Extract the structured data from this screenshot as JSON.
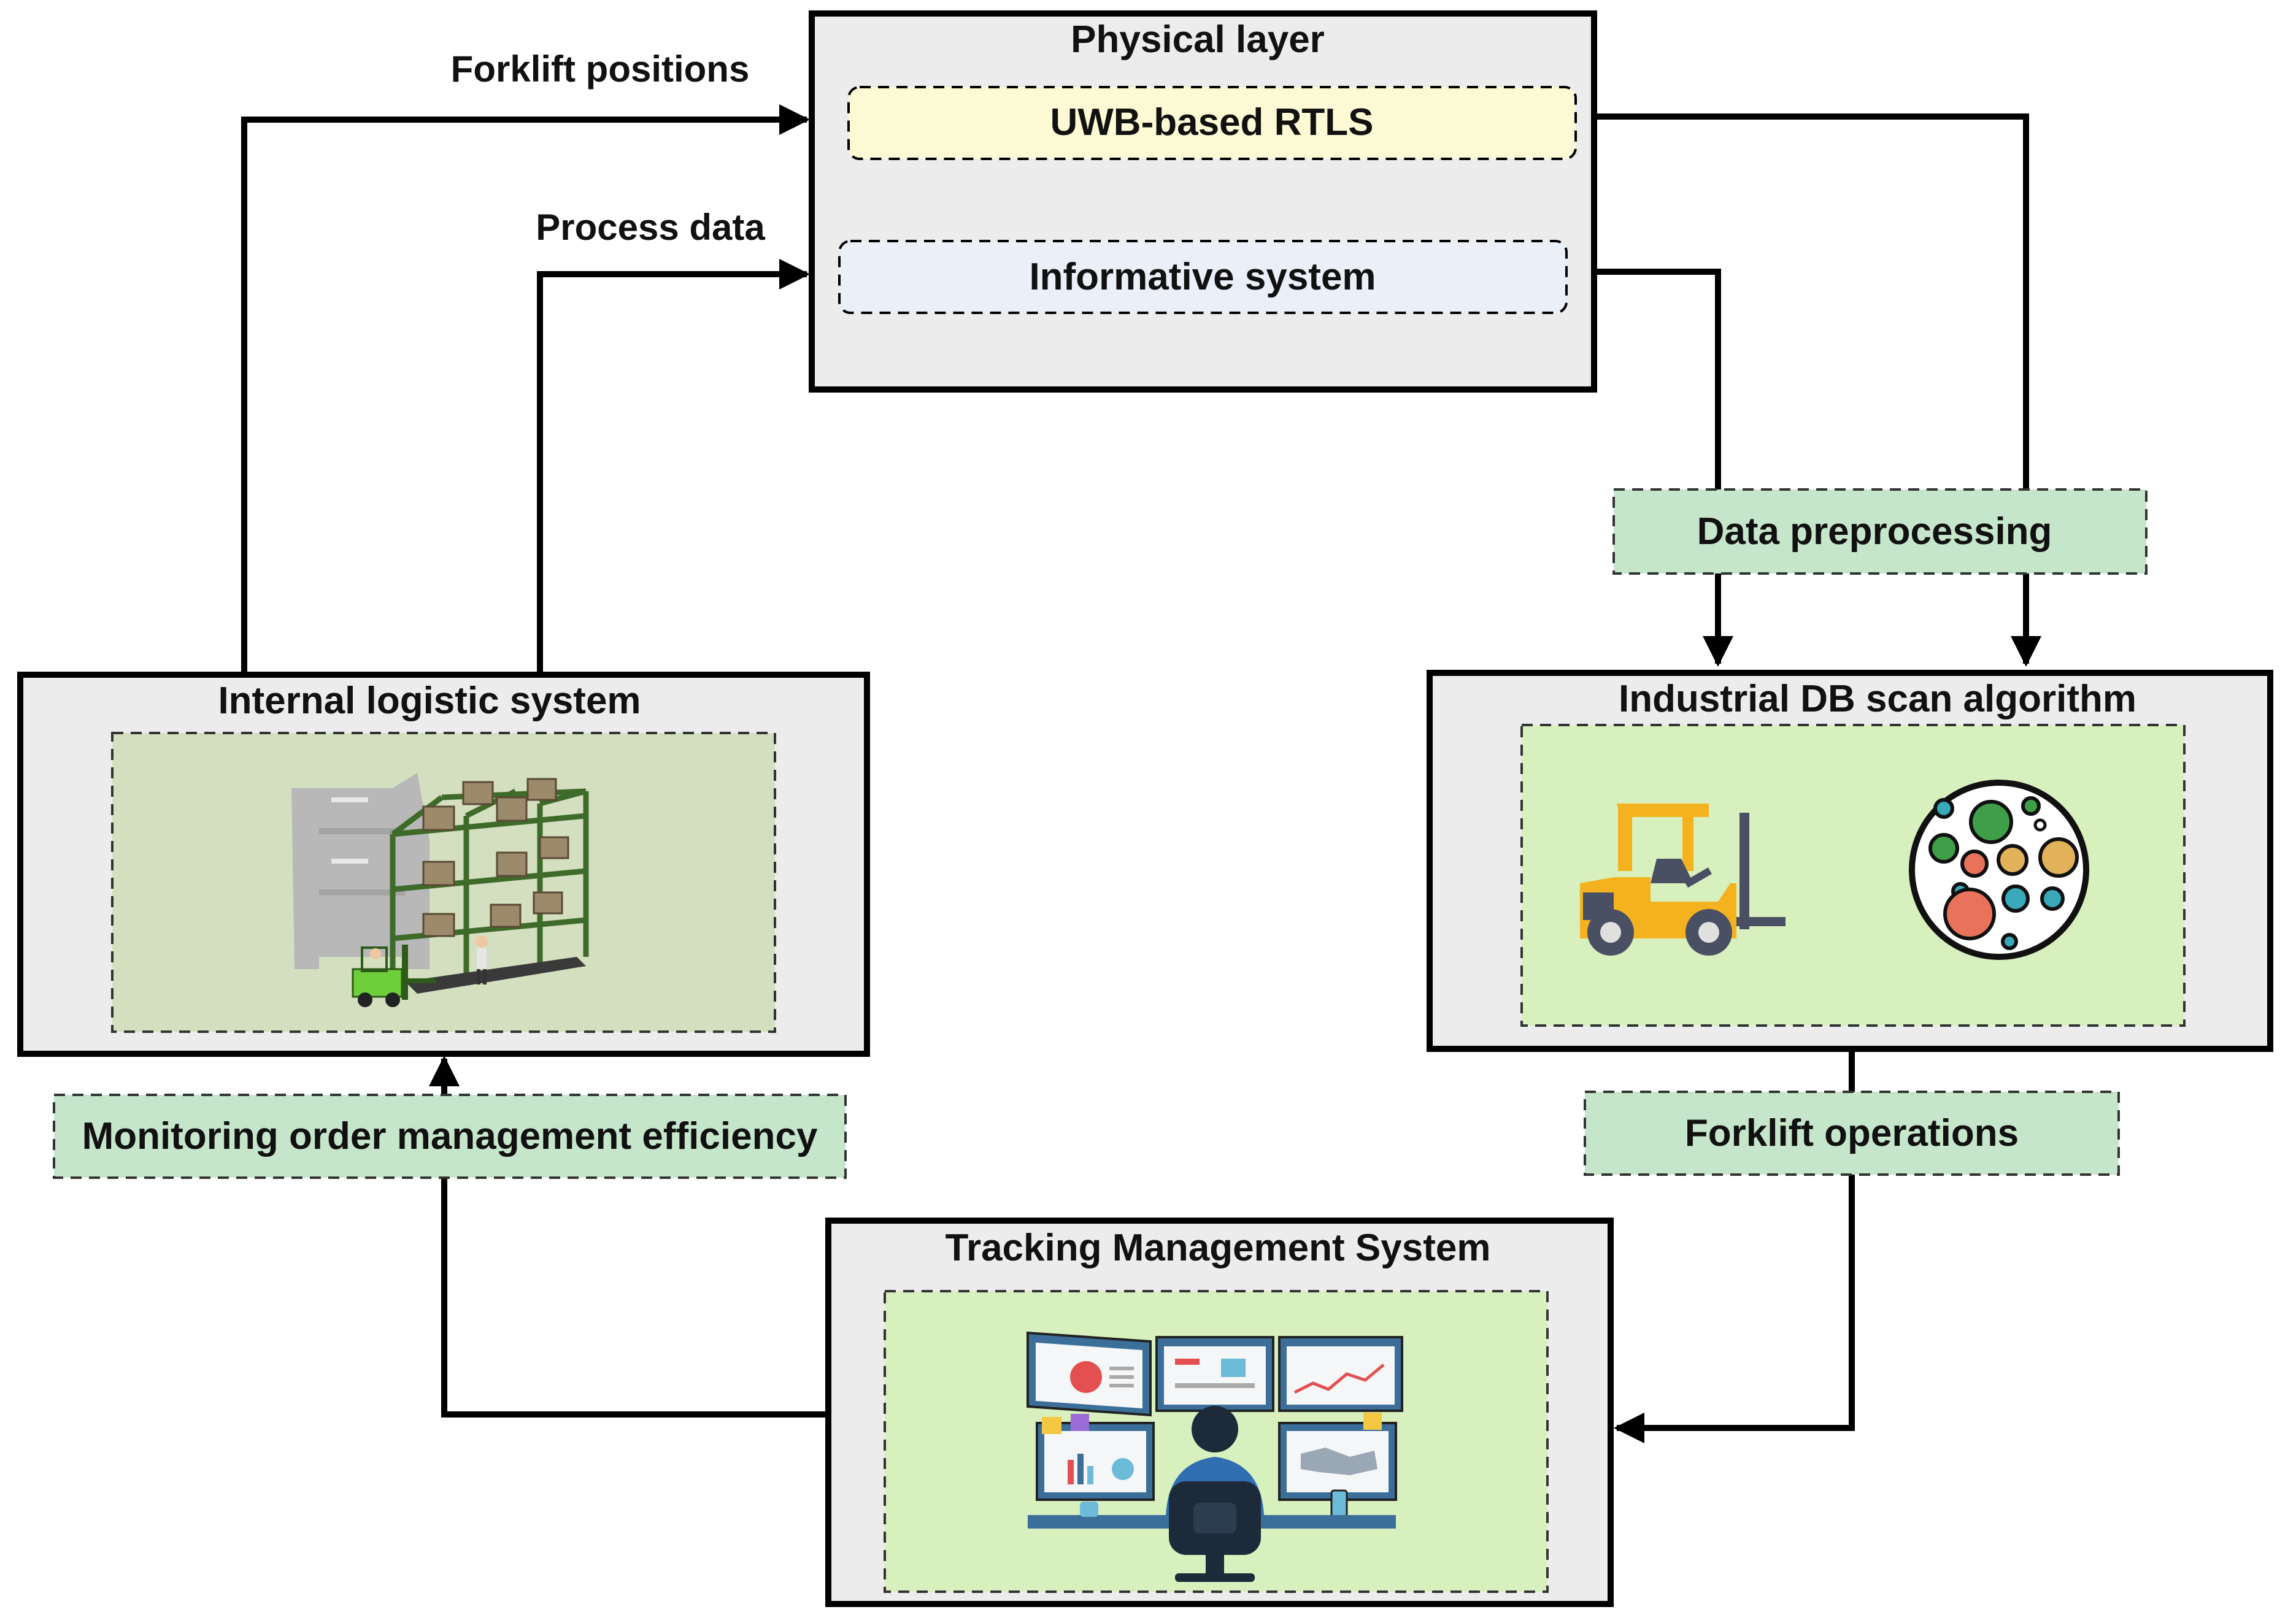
{
  "colors": {
    "outer_box_fill": "#ececec",
    "stroke": "#000000",
    "rtls_fill": "#fbfad4",
    "informative_fill": "#eaeff8",
    "step_fill": "#c6e6cc",
    "image_panel_fill": "#d8efbe",
    "warehouse_panel_fill": "#d3dfbf"
  },
  "physical_layer": {
    "title": "Physical layer",
    "rtls_label": "UWB-based RTLS",
    "informative_label": "Informative system"
  },
  "arrows": {
    "forklift_positions": "Forklift positions",
    "process_data": "Process data"
  },
  "steps": {
    "data_preprocessing": "Data preprocessing",
    "forklift_operations": "Forklift operations",
    "monitoring": "Monitoring order management efficiency"
  },
  "internal_logistic": {
    "title": "Internal logistic system",
    "illustration_icon": "warehouse-shelving-forklift-icon"
  },
  "dbscan": {
    "title": "Industrial DB scan algorithm",
    "forklift_icon": "forklift-icon",
    "cluster_icon": "cluster-circle-icon"
  },
  "tracking": {
    "title": "Tracking Management System",
    "illustration_icon": "operator-monitors-icon"
  }
}
